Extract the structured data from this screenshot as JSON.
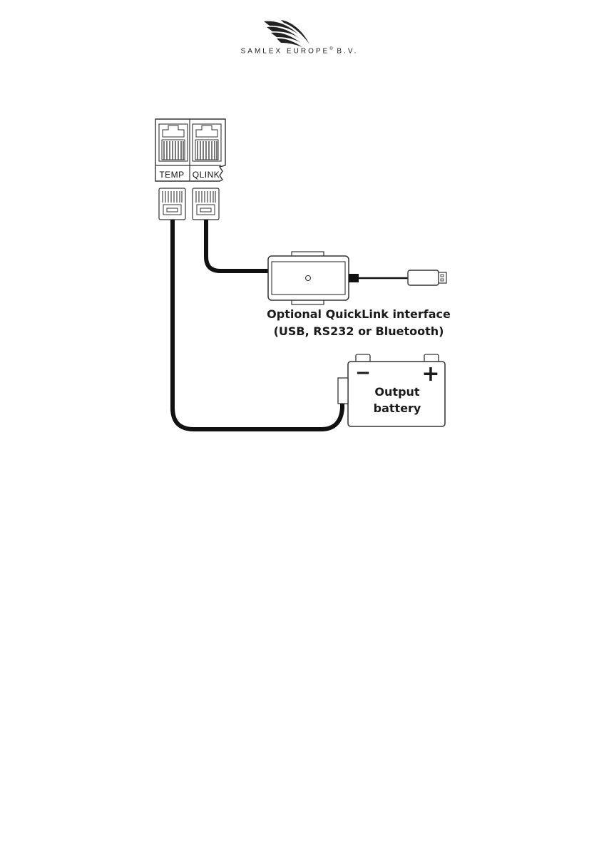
{
  "brand": {
    "name": "SAMLEX EUROPE",
    "registered_mark": "®",
    "suffix": " B.V."
  },
  "ports": {
    "temp_label": "TEMP",
    "qlink_label": "QLINK"
  },
  "interface": {
    "label_line1": "Optional QuickLink interface",
    "label_line2": "(USB, RS232 or Bluetooth)"
  },
  "battery": {
    "negative_symbol": "−",
    "positive_symbol": "+",
    "label_line1": "Output",
    "label_line2": "battery"
  }
}
